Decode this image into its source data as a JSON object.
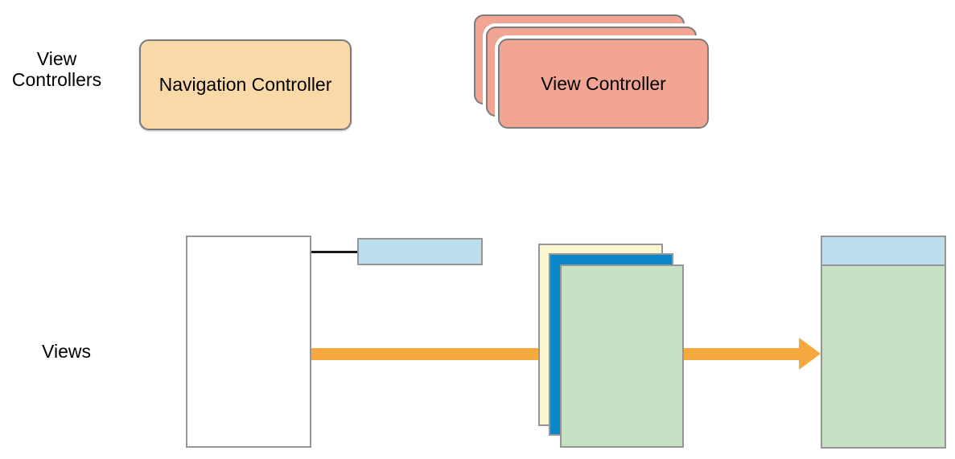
{
  "diagram_title": "Navigation controller views diagram",
  "labels": {
    "row_view_controllers": "View Controllers",
    "row_views": "Views"
  },
  "nodes": {
    "navigation_controller": {
      "label": "Navigation Controller"
    },
    "view_controller_stack": {
      "label": "View Controller",
      "card_count": 3
    }
  },
  "views": {
    "navigation_controller_view": {
      "description": "empty white container view"
    },
    "navigation_bar_view": {
      "description": "light blue navigation bar"
    },
    "stacked_content_views": {
      "count": 3,
      "order_back_to_front": [
        "cream",
        "strong_blue",
        "light_green"
      ]
    },
    "composed_view": {
      "parts": [
        "navigation bar strip",
        "content view"
      ]
    }
  },
  "connectors": {
    "navbar_link_line": {
      "style": "black line"
    },
    "composition_arrow": {
      "style": "orange right arrow",
      "direction": "right"
    }
  },
  "colors": {
    "background": "#ffffff",
    "text": "#000000",
    "peach": "#fad9a9",
    "salmon": "#f3a593",
    "cream": "#faf6ce",
    "strong_blue": "#0b86c7",
    "light_blue": "#bbdfec",
    "light_green": "#c7e1c5",
    "orange": "#f5a93f",
    "border_gray": "#969696",
    "border_dark": "#7c7c7c",
    "line_black": "#1a1a1a"
  }
}
